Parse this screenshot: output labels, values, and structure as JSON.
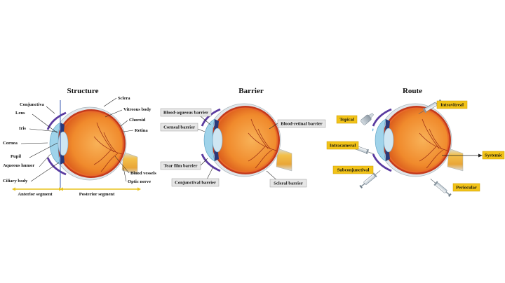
{
  "panels": {
    "structure": {
      "title": "Structure",
      "labels": {
        "conjunctiva": "Conjunctiva",
        "lens": "Lens",
        "iris": "Iris",
        "cornea": "Cornea",
        "pupil": "Pupil",
        "aqueous_humor": "Aqueous humor",
        "ciliary_body": "Ciliary body",
        "sclera": "Sclera",
        "vitreous_body": "Vitreous body",
        "choroid": "Choroid",
        "retina": "Retina",
        "blood_vessels": "Blood vessels",
        "optic_nerve": "Optic nerve"
      },
      "segments": {
        "anterior": "Anterior segment",
        "posterior": "Posterior segment"
      }
    },
    "barrier": {
      "title": "Barrier",
      "labels": {
        "blood_aqueous": "Blood-aqueous barrier",
        "corneal": "Corneal barrier",
        "tear_film": "Tear film barrier",
        "conjunctival": "Conjunctival barrier",
        "blood_retinal": "Blood-retinal barrier",
        "scleral": "Scleral barrier"
      }
    },
    "route": {
      "title": "Route",
      "labels": {
        "topical": "Topical",
        "intracameral": "Intracameral",
        "subconjunctival": "Subconjunctival",
        "intravitreal": "Intravitreal",
        "periocular": "Periocular",
        "systemic": "Systemic"
      }
    }
  },
  "colors": {
    "sclera": "#dfe6ea",
    "vitreous": "#f08a2c",
    "choroid": "#c43a1c",
    "cornea": "#9fd3ea",
    "lens": "#cfe6f2",
    "iris": "#2a3a7a",
    "conjunctiva": "#5a3aa0",
    "optic_nerve": "#f3c04a",
    "segment_arrow": "#e8c21c",
    "route_box": "#f2c318",
    "barrier_box": "#e6e6e6"
  }
}
